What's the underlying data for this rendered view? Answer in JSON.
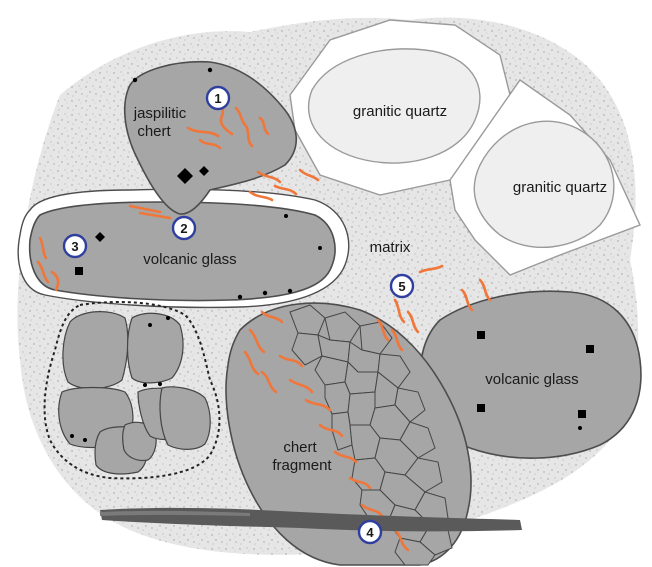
{
  "labels": {
    "jaspilitic_line1": "jaspilitic",
    "jaspilitic_line2": "chert",
    "granitic_quartz_top": "granitic quartz",
    "granitic_quartz_right": "granitic quartz",
    "volcanic_glass_left": "volcanic glass",
    "volcanic_glass_right": "volcanic glass",
    "matrix": "matrix",
    "chert_fragment_line1": "chert",
    "chert_fragment_line2": "fragment"
  },
  "markers": [
    "1",
    "2",
    "3",
    "4",
    "5"
  ],
  "colors": {
    "matrix_fill": "#e4e4e4",
    "clast_fill": "#a6a6a6",
    "quartz_fill": "#efefef",
    "vein_color": "#f0763a",
    "marker_ring": "#2f3fa0",
    "band_color": "#5a5a5a"
  }
}
